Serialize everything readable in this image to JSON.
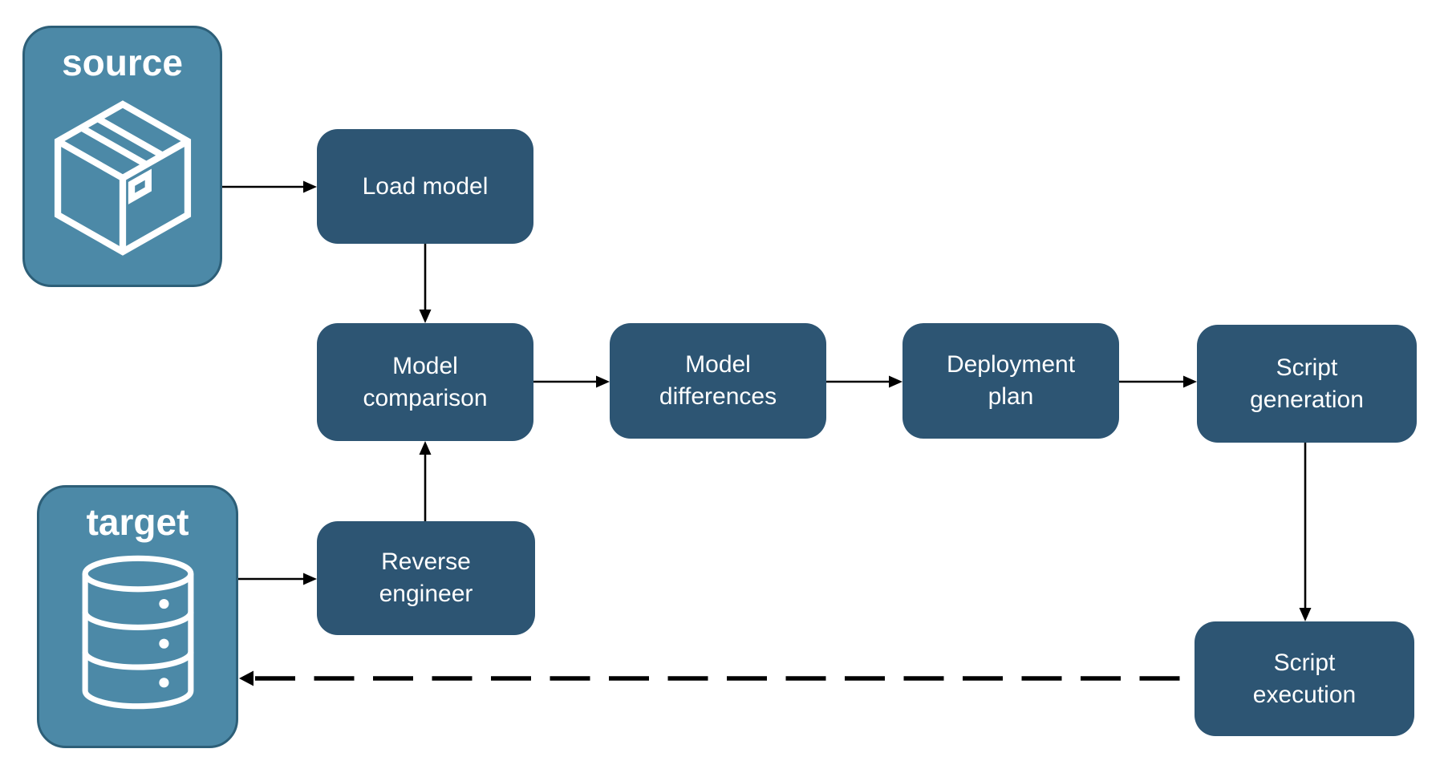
{
  "diagram": {
    "containers": [
      {
        "id": "source",
        "label": "source",
        "icon": "package-icon"
      },
      {
        "id": "target",
        "label": "target",
        "icon": "database-icon"
      }
    ],
    "nodes": [
      {
        "id": "load-model",
        "label": "Load model"
      },
      {
        "id": "model-comparison",
        "label": "Model\ncomparison"
      },
      {
        "id": "model-differences",
        "label": "Model\ndifferences"
      },
      {
        "id": "deployment-plan",
        "label": "Deployment\nplan"
      },
      {
        "id": "script-generation",
        "label": "Script\ngeneration"
      },
      {
        "id": "reverse-engineer",
        "label": "Reverse\nengineer"
      },
      {
        "id": "script-execution",
        "label": "Script\nexecution"
      }
    ],
    "edges": [
      {
        "from": "source",
        "to": "load-model",
        "style": "solid"
      },
      {
        "from": "load-model",
        "to": "model-comparison",
        "style": "solid"
      },
      {
        "from": "model-comparison",
        "to": "model-differences",
        "style": "solid"
      },
      {
        "from": "model-differences",
        "to": "deployment-plan",
        "style": "solid"
      },
      {
        "from": "deployment-plan",
        "to": "script-generation",
        "style": "solid"
      },
      {
        "from": "script-generation",
        "to": "script-execution",
        "style": "solid"
      },
      {
        "from": "target",
        "to": "reverse-engineer",
        "style": "solid"
      },
      {
        "from": "reverse-engineer",
        "to": "model-comparison",
        "style": "solid"
      },
      {
        "from": "script-execution",
        "to": "target",
        "style": "dashed"
      }
    ],
    "colors": {
      "background": "#FFFFFF",
      "container_fill": "#4C89A7",
      "container_border": "#2D5F78",
      "node_fill": "#2D5573",
      "label_text": "#FFFFFF",
      "arrow": "#000000"
    }
  }
}
